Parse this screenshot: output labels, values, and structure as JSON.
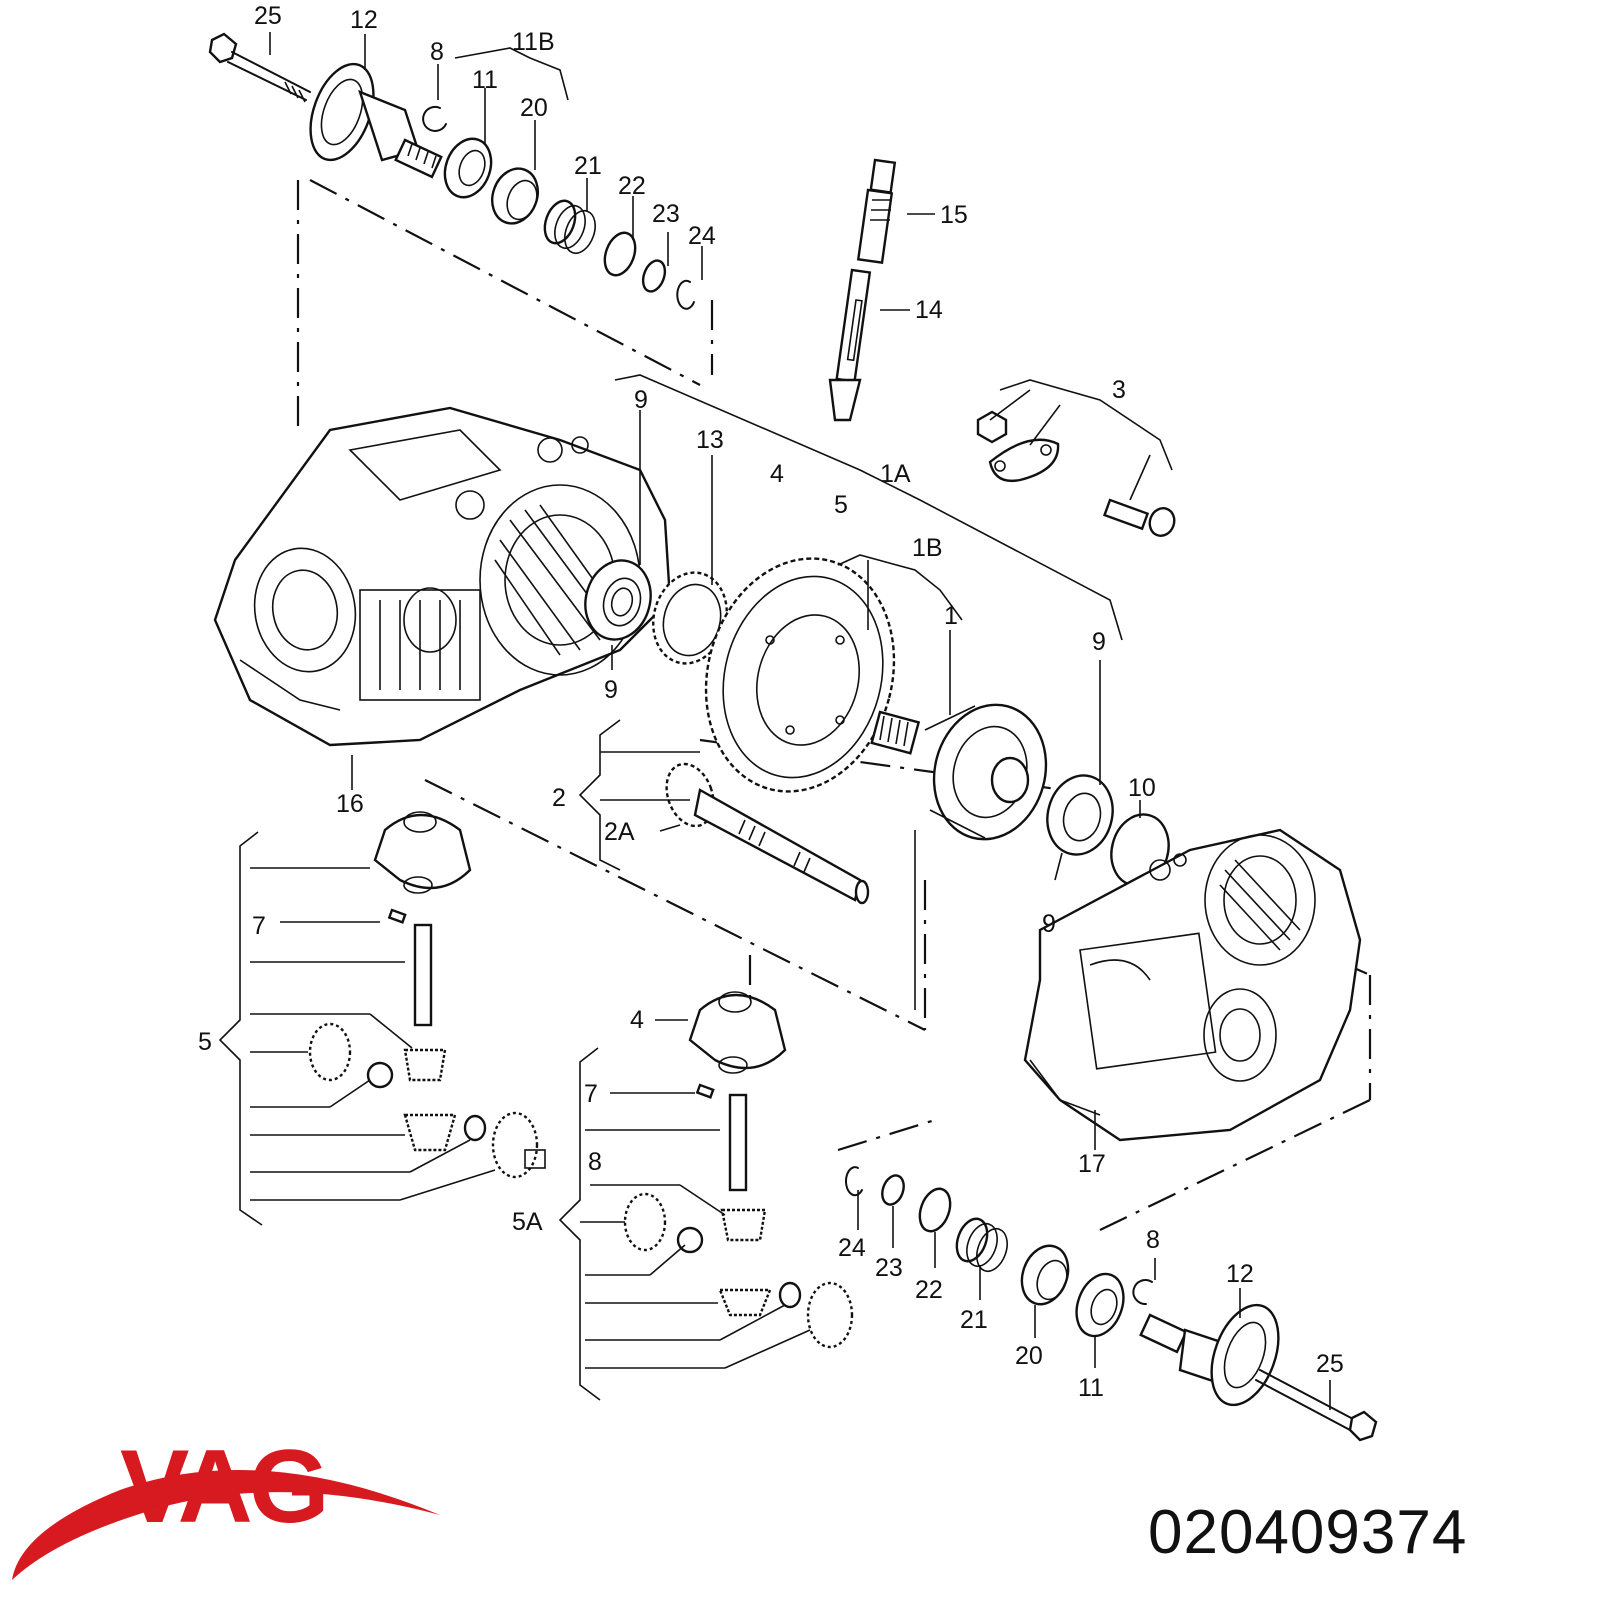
{
  "brand": {
    "name": "VAG",
    "color": "#d71920"
  },
  "part_number": "020409374",
  "callouts": {
    "c25_top": "25",
    "c12_top": "12",
    "c8_top": "8",
    "c11B": "11B",
    "c11_top": "11",
    "c20_top": "20",
    "c21_top": "21",
    "c22_top": "22",
    "c23_top": "23",
    "c24_top": "24",
    "c15": "15",
    "c14": "14",
    "c3": "3",
    "c9_a": "9",
    "c13": "13",
    "c4_top": "4",
    "c1A": "1A",
    "c5_top": "5",
    "c1B": "1B",
    "c1": "1",
    "c9_b": "9",
    "c9_c": "9",
    "c10": "10",
    "c9_d": "9",
    "c16": "16",
    "c2": "2",
    "c2A": "2A",
    "c7_left": "7",
    "c5_left": "5",
    "c4_mid": "4",
    "c7_mid": "7",
    "c8_mid": "8",
    "c5A": "5A",
    "c17": "17",
    "c24_bot": "24",
    "c23_bot": "23",
    "c22_bot": "22",
    "c21_bot": "21",
    "c20_bot": "20",
    "c11_bot": "11",
    "c8_bot": "8",
    "c12_bot": "12",
    "c25_bot": "25"
  }
}
